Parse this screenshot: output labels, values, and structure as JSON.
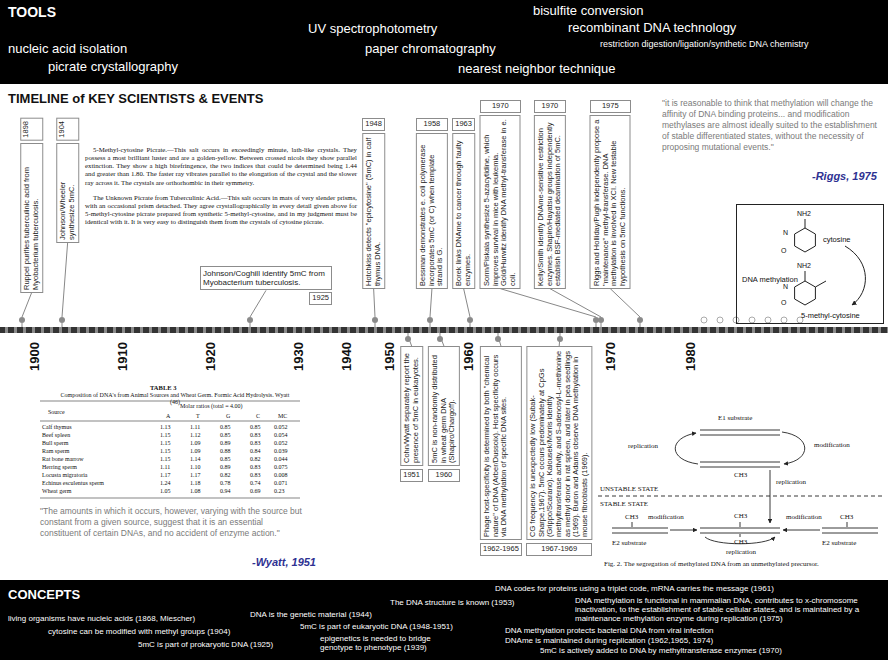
{
  "diagram": {
    "nodes": [
      {
        "text": [
          "1898",
          "Ruppel purifies tuberculinic acid from Myobacterium tuberculosis."
        ]
      },
      {
        "text": [
          "1904",
          "Johnson/Wheeler synthesize 5mC."
        ]
      },
      {
        "text": [
          "1925",
          "Johnson/Coghill identify 5mC from Myobacterium tuberculosis."
        ]
      },
      {
        "text": [
          "1948",
          "Hotchkiss detects \"epicytosine\" (5mC) in calf thymus DNA."
        ]
      },
      {
        "text": [
          "1958",
          "Bessman demonstrates e. coli polymerase incorporates 5mC (or C) when template strand is G."
        ]
      },
      {
        "text": [
          "1963",
          "Borek links DNAme to cancer through faulty enzymes."
        ]
      },
      {
        "text": [
          "1970",
          "Sorm/Piskala synthesize 5-azacytidine, which improves survival in mice with leukemia. Gold/Hurwitz identify DNA methyl-transferase in e. coli."
        ]
      },
      {
        "text": [
          "1970",
          "Kelly/Smith identify DNAme-sensitive restriction enzymes. Shapiro/Hayatsu groups independently establish BSF-mediated deamination of 5mC."
        ]
      },
      {
        "text": [
          "1975",
          "Riggs and Holliday/Pugh independently propose a \"maintenance\" methyl-transferase. DNA methylation is involved in XCI. New testable hypothesis on 5mC functions."
        ]
      },
      {
        "text": [
          "1951",
          "Cohn/Wyatt separately report the presence of 5mC in eukaryotes."
        ]
      },
      {
        "text": [
          "1960",
          "5mC is non-randomly distributed in wheat germ DNA (Shapiro/Chargoff)."
        ]
      },
      {
        "text": [
          "1962-1965",
          "Phage host-specificity is determined by both \"chemical nature\" of DNA (Arber/Dussoix). Host specificity occurs via DNA methylation of specific DNA sites."
        ]
      },
      {
        "text": [
          "1967-1969",
          "CG frequency is unexpectedly low (Subak-Sharpe,1967). 5mC occurs predominately at CpGs (Grippo/Scarano). Kalousek/Morris identify methyltransferase activity, and S-adenosyl-L-methionine as methyl donor in rat spleen, and later in pea seedlings (1969). Buron and Adams observe DNA methylation in mouse fibroblasts (1969)."
        ]
      },
      {
        "text": [
          "cytosine",
          "DNA methylation",
          "5-methyl-cytosine"
        ]
      }
    ],
    "labels": [
      "TOOLS",
      "UV spectrophotometry",
      "bisulfite conversion",
      "recombinant DNA technology",
      "restriction digestion/ligation/synthetic DNA chemistry",
      "nucleic acid isolation",
      "picrate crystallography",
      "paper chromatography",
      "nearest neighbor technique",
      "TIMELINE of KEY SCIENTISTS & EVENTS",
      "1900",
      "1910",
      "1920",
      "1930",
      "1940",
      "1950",
      "1960",
      "1970",
      "1980",
      "5-Methyl-cytosine Picrate.—This salt occurs in exceedingly minute, lath-like crystals. They possess a most brilliant luster and are a golden-yellow. Between crossed nicols they show parallel extinction. They show a high birefringence, the two indices that could be determined being 1.44 and greater than 1.80. The faster ray vibrates parallel to the elongation of the crystal and the slower ray across it. The crystals are orthorhombic in their symmetry.",
      "The Unknown Picrate from Tuberculinic Acid.—This salt occurs in mats of very slender prisms, with an occasional prism detached. They agree crystallographically in every detail given above for 5-methyl-cytosine picrate prepared from synthetic 5-methyl-cytosine, and in my judgment must be identical with it. It is very easy to distinguish them from the crystals of cytosine picrate.",
      "\"it is reasonable to think that methylation will change the affinity of DNA binding proteins... and modification methylases are almost ideally suited to the establishment of stable differentiated states, without the necessity of proposing mutational events.\"",
      "-Riggs, 1975",
      "\"The amounts in which it occurs, however, varying with the source but constant from a given source, suggest that it is an essential constituent of certain DNAs, and no accident of enzyme action.\"",
      "-Wyatt, 1951",
      "NH2",
      "N",
      "O",
      "NH2",
      "N",
      "O",
      "E1 substrate",
      "replication",
      "modification",
      "CH3",
      "replication",
      "UNSTABLE STATE",
      "STABLE STATE",
      "modification",
      "CH3",
      "CH3",
      "CH3",
      "modification",
      "CH3",
      "replication",
      "E2 substrate",
      "E2 substrate",
      "Fig. 2. The segregation of methylated DNA from an unmethylated precursor.",
      "CONCEPTS",
      "DNA codes for proteins using a triplet code, mRNA carries the message (1961)",
      "The DNA structure is known (1953)",
      "DNA methylation is functional in mammalian DNA, contributes to x-chromosome inactivation, to the establishment of stable cellular states, and is maintained by a maintenance methylation enzyme during replication (1975)",
      "DNA is the genetic material (1944)",
      "5mC is part of eukaryotic DNA (1948-1951)",
      "living organisms have nucleic acids (1868, Miescher)",
      "cytosine can be modified with methyl groups (1904)",
      "5mC is part of prokaryotic DNA (1925)",
      "epigenetics is needed to bridge genotype to phenotype (1939)",
      "DNA methylation protects bacterial DNA from viral infection",
      "DNAme is maintained during replication (1962,1965, 1974)",
      "5mC is actively added to DNA by methyltransferase enzymes (1970)",
      "TABLE 3",
      "Composition of DNA's from Animal Sources and Wheat Germ. Formic Acid Hydrolysis. Wyatt (46)",
      "Source",
      "Molar ratios (total = 4.00)",
      "A",
      "T",
      "G",
      "C",
      "MC",
      "Calf thymus",
      "1.13",
      "1.11",
      "0.85",
      "0.85",
      "0.052",
      "Beef spleen",
      "1.15",
      "1.12",
      "0.85",
      "0.83",
      "0.054",
      "Bull sperm",
      "1.15",
      "1.09",
      "0.89",
      "0.83",
      "0.052",
      "Ram sperm",
      "1.15",
      "1.09",
      "0.88",
      "0.84",
      "0.039",
      "Rat bone marrow",
      "1.15",
      "1.14",
      "0.85",
      "0.82",
      "0.044",
      "Herring sperm",
      "1.11",
      "1.10",
      "0.89",
      "0.83",
      "0.075",
      "Locusta migratoria",
      "1.17",
      "1.17",
      "0.82",
      "0.83",
      "0.008",
      "Echinus esculentus sperm",
      "1.24",
      "1.18",
      "0.78",
      "0.74",
      "0.071",
      "Wheat germ",
      "1.05",
      "1.08",
      "0.94",
      "0.69",
      "0.23"
    ]
  }
}
